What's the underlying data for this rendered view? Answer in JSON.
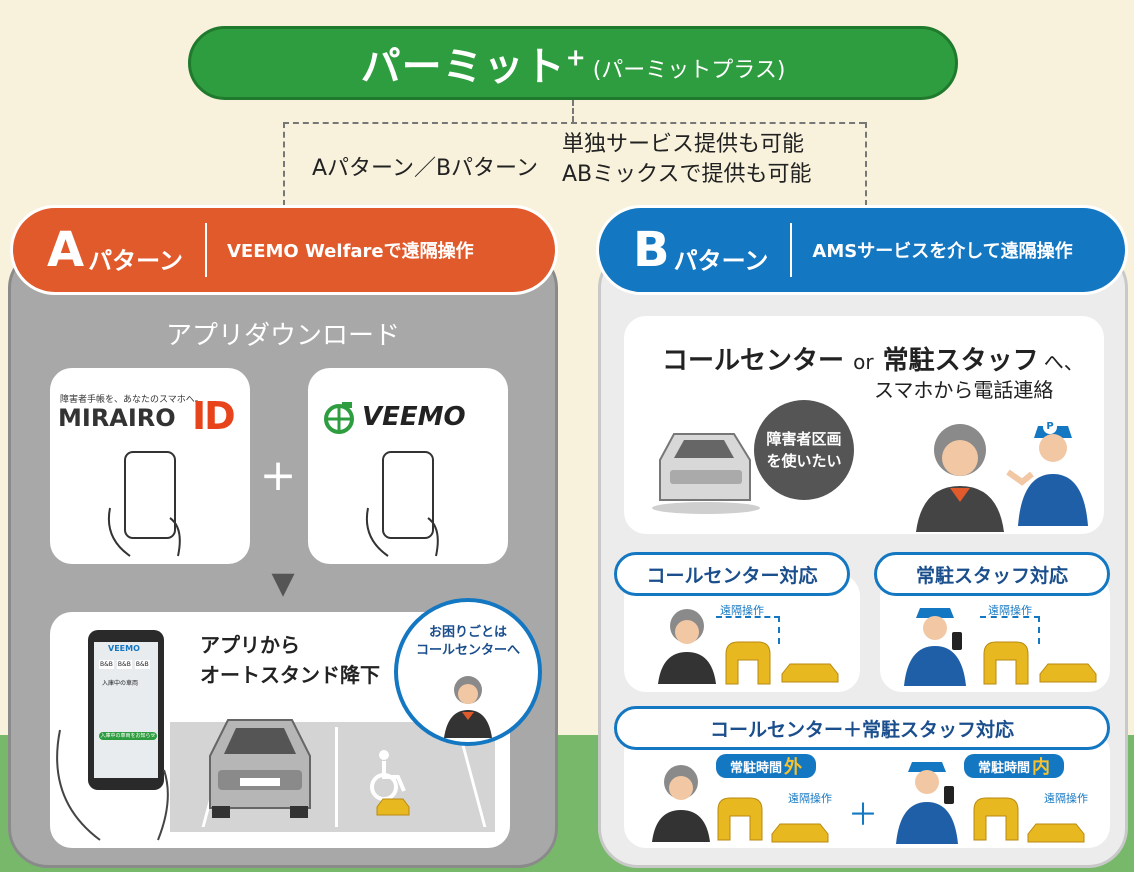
{
  "top": {
    "brand": "パーミット",
    "brand_sup": "+",
    "brand_reading": "(パーミットプラス)",
    "note_left": "Aパターン／Bパターン",
    "note_right_1": "単独サービス提供も可能",
    "note_right_2": "ABミックスで提供も可能"
  },
  "pattern_a": {
    "letter": "A",
    "label": "パターン",
    "desc": "VEEMO Welfareで遠隔操作",
    "download_title": "アプリダウンロード",
    "app1_tagline": "障害者手帳を、あなたのスマホへ。",
    "app1_name": "MIRAIRO",
    "app1_id": "ID",
    "app2_name": "VEEMO",
    "plus": "+",
    "arrow": "▼",
    "lower_text_1": "アプリから",
    "lower_text_2": "オートスタンド降下",
    "bubble_1": "お困りごとは",
    "bubble_2": "コールセンターへ",
    "phone_app_title": "VEEMO",
    "phone_tab_1": "B&B",
    "phone_tab_2": "B&B",
    "phone_tab_3": "B&B",
    "phone_notice": "入庫中の車両",
    "phone_button": "入庫中の車両をお知らせ"
  },
  "pattern_b": {
    "letter": "B",
    "label": "パターン",
    "desc": "AMSサービスを介して遠隔操作",
    "headline_1": "コールセンター",
    "headline_or": "or",
    "headline_2": "常駐スタッフ",
    "headline_3": "へ、",
    "headline_sub": "スマホから電話連絡",
    "speech_1": "障害者区画",
    "speech_2": "を使いたい",
    "case1_title": "コールセンター対応",
    "case1_remote": "遠隔操作",
    "case2_title": "常駐スタッフ対応",
    "case2_remote": "遠隔操作",
    "case3_title": "コールセンター＋常駐スタッフ対応",
    "case3_tag1_pre": "常駐時間",
    "case3_tag1_accent": "外",
    "case3_tag2_pre": "常駐時間",
    "case3_tag2_accent": "内",
    "case3_remote1": "遠隔操作",
    "case3_remote2": "遠隔操作",
    "case3_plus": "＋",
    "cap_letter": "P"
  },
  "colors": {
    "green": "#2e9d3f",
    "orange": "#e15a2b",
    "blue": "#1477c2",
    "yellow": "#e8b820",
    "cream": "#f8f2dc"
  }
}
